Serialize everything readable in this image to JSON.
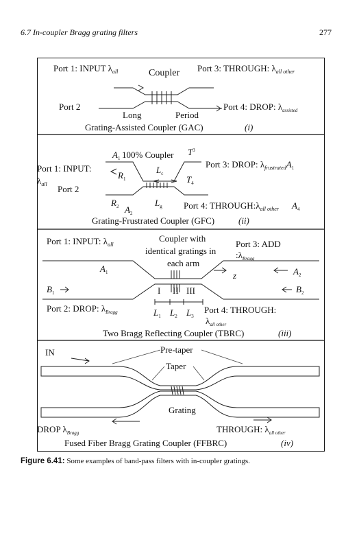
{
  "header": {
    "section": "6.7  In-coupler Bragg grating filters",
    "page_number": "277"
  },
  "panels": {
    "gac": {
      "port1": "Port 1: INPUT",
      "port1_lambda": "λ",
      "port1_sub": "all",
      "coupler": "Coupler",
      "port3": "Port 3: THROUGH:",
      "port3_lambda": "λ",
      "port3_sub": "all other",
      "port2": "Port 2",
      "long": "Long",
      "period": "Period",
      "port4": "Port 4: DROP:",
      "port4_lambda": "λ",
      "port4_sub": "assisted",
      "title": "Grating-Assisted Coupler (GAC)",
      "roman": "(i)"
    },
    "gfc": {
      "a1": "A",
      "a1_sub": "1",
      "coupler100": "100% Coupler",
      "t3": "T",
      "t3_sub": "3",
      "port3": "Port 3: DROP:",
      "port3_lambda": "λ",
      "port3_sub": "frustrated",
      "port3_a": "A",
      "port3_a_sub": "1",
      "port1": "Port 1:  INPUT:",
      "lambda_all": "λ",
      "lambda_all_sub": "all",
      "r1": "R",
      "r1_sub": "1",
      "lc": "L",
      "lc_sub": "c",
      "t4": "T",
      "t4_sub": "4",
      "port2": "Port 2",
      "r2": "R",
      "r2_sub": "2",
      "a2": "A",
      "a2_sub": "2",
      "lg": "L",
      "lg_sub": "g",
      "port4": "Port 4: THROUGH:",
      "port4_lambda": "λ",
      "port4_sub": "all other",
      "a4": "A",
      "a4_sub": "4",
      "title": "Grating-Frustrated Coupler (GFC)",
      "roman": "(ii)"
    },
    "tbrc": {
      "port1": "Port 1: INPUT:",
      "port1_lambda": "λ",
      "port1_sub": "all",
      "coupler_line1": "Coupler with",
      "coupler_line2": "identical gratings in",
      "coupler_line3": "each arm",
      "port3": "Port 3:  ADD",
      "port3_lambda": ":λ",
      "port3_sub": "Bragg",
      "a1": "A",
      "a1_sub": "1",
      "a2": "A",
      "a2_sub": "2",
      "z": "z",
      "b1": "B",
      "b1_sub": "1",
      "b2": "B",
      "b2_sub": "2",
      "region1": "I",
      "region2": "II",
      "region3": "III",
      "port2": "Port 2: DROP:",
      "port2_lambda": "λ",
      "port2_sub": "Bragg",
      "l1": "L",
      "l1_sub": "1",
      "l2": "L",
      "l2_sub": "2",
      "l3": "L",
      "l3_sub": "3",
      "port4": "Port 4: THROUGH:",
      "port4_lambda": "λ",
      "port4_sub": "all other",
      "title": "Two Bragg Reflecting Coupler (TBRC)",
      "roman": "(iii)"
    },
    "ffbrc": {
      "in": "IN",
      "pretaper": "Pre-taper",
      "taper": "Taper",
      "grating": "Grating",
      "drop": "DROP",
      "drop_lambda": "λ",
      "drop_sub": "Bragg",
      "through": "THROUGH:",
      "through_lambda": "λ",
      "through_sub": "all other",
      "title": "Fused Fiber Bragg Grating Coupler (FFBRC)",
      "roman": "(iv)"
    }
  },
  "caption": {
    "label": "Figure 6.41:",
    "text": "Some examples of band-pass filters with in-coupler gratings."
  }
}
